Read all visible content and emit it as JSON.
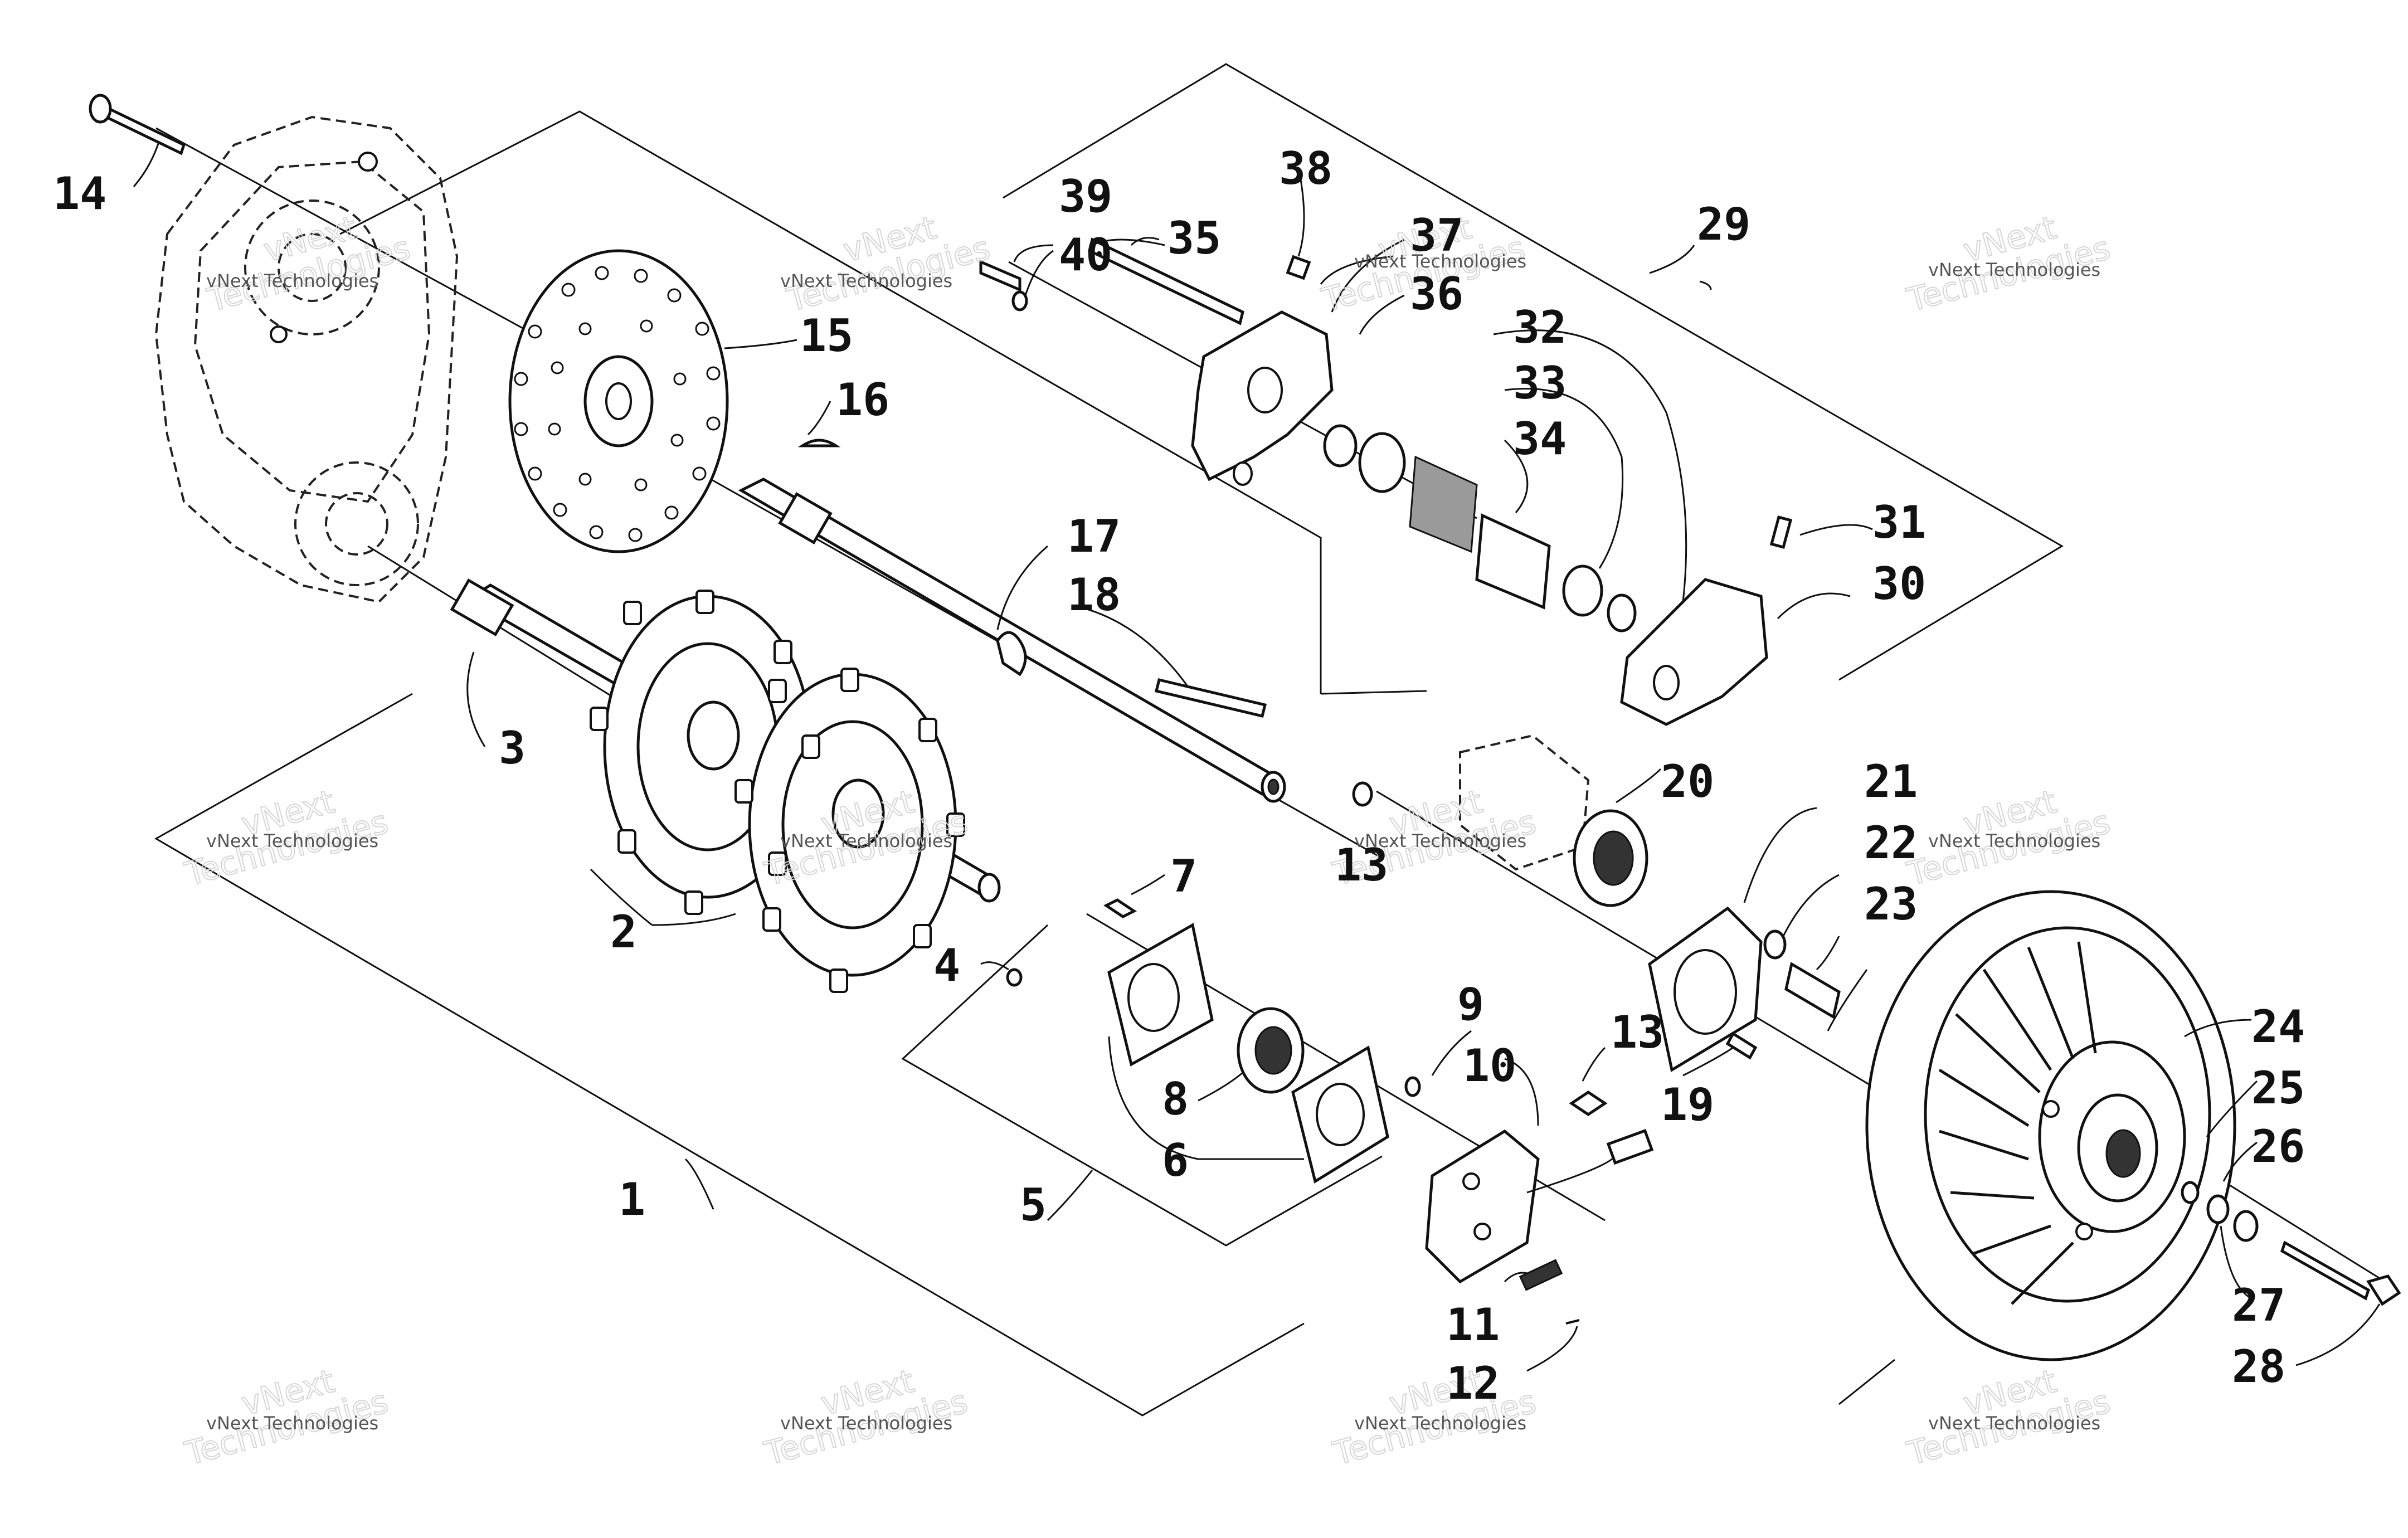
{
  "diagram": {
    "callouts": [
      {
        "id": "c1",
        "label": "1"
      },
      {
        "id": "c2",
        "label": "2"
      },
      {
        "id": "c3",
        "label": "3"
      },
      {
        "id": "c4",
        "label": "4"
      },
      {
        "id": "c5",
        "label": "5"
      },
      {
        "id": "c6",
        "label": "6"
      },
      {
        "id": "c7",
        "label": "7"
      },
      {
        "id": "c8",
        "label": "8"
      },
      {
        "id": "c9",
        "label": "9"
      },
      {
        "id": "c10",
        "label": "10"
      },
      {
        "id": "c11",
        "label": "11"
      },
      {
        "id": "c12",
        "label": "12"
      },
      {
        "id": "c13a",
        "label": "13"
      },
      {
        "id": "c13b",
        "label": "13"
      },
      {
        "id": "c14",
        "label": "14"
      },
      {
        "id": "c15",
        "label": "15"
      },
      {
        "id": "c16",
        "label": "16"
      },
      {
        "id": "c17",
        "label": "17"
      },
      {
        "id": "c18",
        "label": "18"
      },
      {
        "id": "c19",
        "label": "19"
      },
      {
        "id": "c20",
        "label": "20"
      },
      {
        "id": "c21",
        "label": "21"
      },
      {
        "id": "c22",
        "label": "22"
      },
      {
        "id": "c23",
        "label": "23"
      },
      {
        "id": "c24",
        "label": "24"
      },
      {
        "id": "c25",
        "label": "25"
      },
      {
        "id": "c26",
        "label": "26"
      },
      {
        "id": "c27",
        "label": "27"
      },
      {
        "id": "c28",
        "label": "28"
      },
      {
        "id": "c29",
        "label": "29"
      },
      {
        "id": "c30",
        "label": "30"
      },
      {
        "id": "c31",
        "label": "31"
      },
      {
        "id": "c32",
        "label": "32"
      },
      {
        "id": "c33",
        "label": "33"
      },
      {
        "id": "c34",
        "label": "34"
      },
      {
        "id": "c35",
        "label": "35"
      },
      {
        "id": "c36",
        "label": "36"
      },
      {
        "id": "c37",
        "label": "37"
      },
      {
        "id": "c38",
        "label": "38"
      },
      {
        "id": "c39",
        "label": "39"
      },
      {
        "id": "c40",
        "label": "40"
      }
    ],
    "watermark": {
      "line1": "vNext",
      "line2": "Technologies",
      "caption": "vNext Technologies"
    }
  }
}
